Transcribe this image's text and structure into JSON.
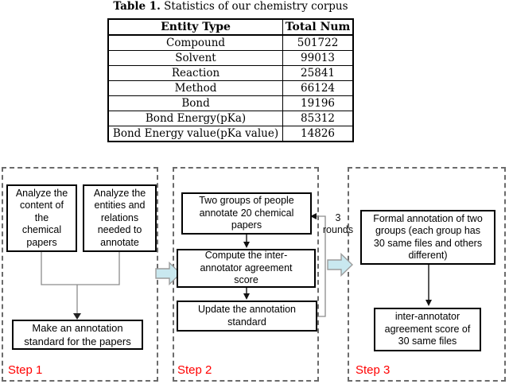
{
  "table": {
    "title_prefix": "Table 1.",
    "title_text": " Statistics of our chemistry corpus",
    "col_headers": [
      "Entity Type",
      "Total Num"
    ],
    "rows": [
      [
        "Compound",
        "501722"
      ],
      [
        "Solvent",
        "99013"
      ],
      [
        "Reaction",
        "25841"
      ],
      [
        "Method",
        "66124"
      ],
      [
        "Bond",
        "19196"
      ],
      [
        "Bond Energy(pKa)",
        "85312"
      ],
      [
        "Bond Energy value(pKa value)",
        "14826"
      ]
    ]
  },
  "flowchart": {
    "step1": {
      "label": "Step 1",
      "box_analyze_content": "Analyze the\ncontent of\nthe\nchemical\npapers",
      "box_analyze_entities": "Analyze the\nentities and\nrelations\nneeded to\nannotate",
      "box_make_standard": "Make an annotation\nstandard for the papers"
    },
    "step2": {
      "label": "Step 2",
      "box_two_groups": "Two groups of people\nannotate 20 chemical\npapers",
      "box_compute": "Compute the inter-\nannotator agreement\nscore",
      "box_update": "Update the annotation\nstandard",
      "loop_label": "3\nrounds"
    },
    "step3": {
      "label": "Step 3",
      "box_formal": "Formal annotation of two\ngroups (each group has\n30 same files and others\ndifferent)",
      "box_score": "inter-annotator\nagreement score of\n30 same files"
    },
    "colors": {
      "step_label_red": "#ff0000",
      "block_arrow_fill": "#c9e8ef",
      "block_arrow_stroke": "#9c9c9c",
      "dashed_border_gray": "#6b6b6b",
      "connector_gray": "#8c8c8c",
      "arrow_black": "#111111"
    }
  }
}
